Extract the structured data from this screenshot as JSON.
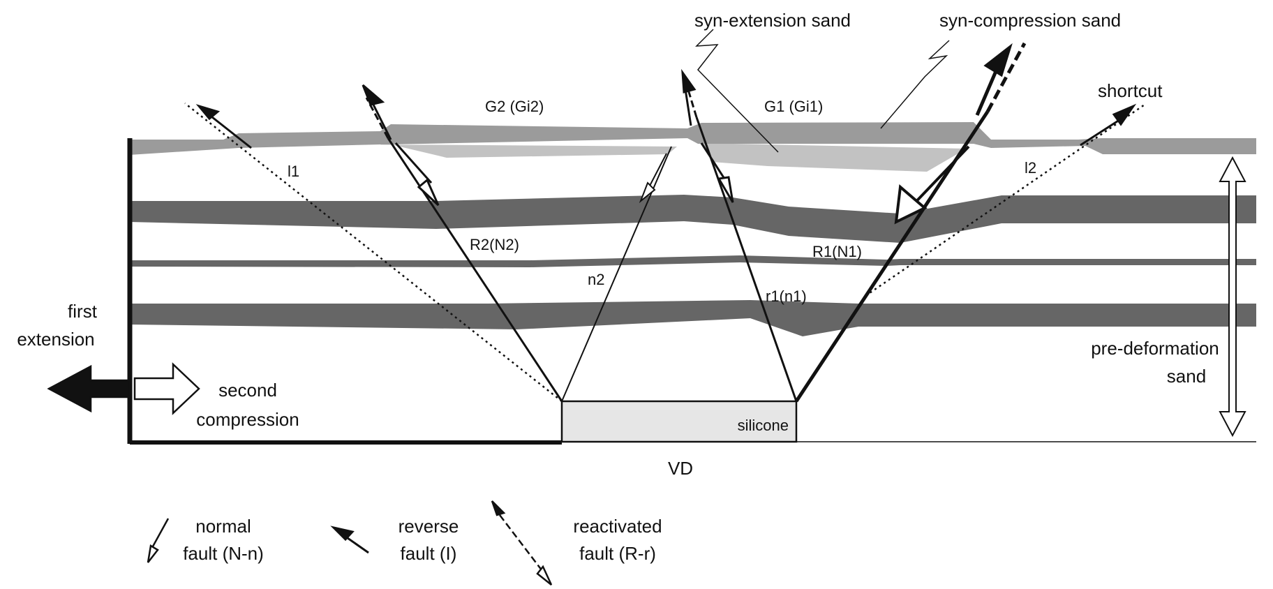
{
  "labels": {
    "syn_extension_sand": "syn-extension sand",
    "syn_compression_sand": "syn-compression sand",
    "shortcut": "shortcut",
    "g2": "G2 (Gi2)",
    "g1": "G1 (Gi1)",
    "l1": "l1",
    "l2": "l2",
    "r2": "R2(N2)",
    "r1": "R1(N1)",
    "n2": "n2",
    "r1n1": "r1(n1)",
    "first_extension_1": "first",
    "first_extension_2": "extension",
    "second_compression_1": "second",
    "second_compression_2": "compression",
    "pre_deformation_1": "pre-deformation",
    "pre_deformation_2": "sand",
    "silicone": "silicone",
    "vd": "VD"
  },
  "legend": {
    "normal_1": "normal",
    "normal_2": "fault (N-n)",
    "reverse_1": "reverse",
    "reverse_2": "fault (I)",
    "reactivated_1": "reactivated",
    "reactivated_2": "fault (R-r)"
  },
  "colors": {
    "dark_layer": "#666666",
    "syn_compression_layer": "#9b9b9b",
    "syn_extension_layer": "#c2c2c2",
    "silicone": "#e6e6e6",
    "line": "#111111"
  }
}
